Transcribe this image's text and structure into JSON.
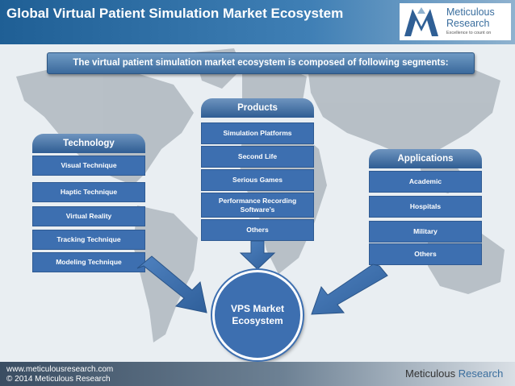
{
  "header": {
    "title": "Global Virtual Patient Simulation Market Ecosystem",
    "logo_line1": "Meticulous",
    "logo_line2": "Research",
    "logo_tagline": "Excellence to count on"
  },
  "banner": "The virtual patient simulation market ecosystem is composed of following segments:",
  "technology": {
    "title": "Technology",
    "items": [
      "Visual Technique",
      "Haptic Technique",
      "Virtual Reality",
      "Tracking Technique",
      "Modeling Technique"
    ]
  },
  "products": {
    "title": "Products",
    "items": [
      "Simulation Platforms",
      "Second Life",
      "Serious Games",
      "Performance Recording Software’s",
      "Others"
    ]
  },
  "applications": {
    "title": "Applications",
    "items": [
      "Academic",
      "Hospitals",
      "Military",
      "Others"
    ]
  },
  "center": "VPS Market Ecosystem",
  "footer": {
    "url": "www.meticulousresearch.com",
    "copyright": "© 2014 Meticulous Research",
    "brand_part1": "Meticulous",
    "brand_part2": "Research"
  },
  "colors": {
    "box_blue": "#3d6fb0",
    "header_blue": "#1f5f95",
    "map_gray": "#9aa4ad"
  }
}
